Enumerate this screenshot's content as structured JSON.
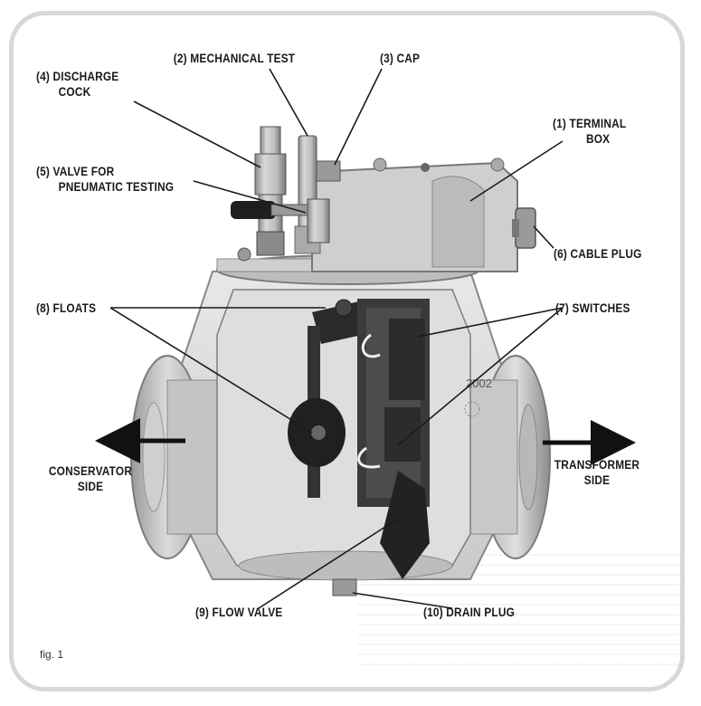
{
  "labels": {
    "mechanical_test": "(2) MECHANICAL TEST",
    "cap": "(3) CAP",
    "discharge_cock": [
      "(4) DISCHARGE",
      "COCK"
    ],
    "terminal_box": [
      "(1) TERMINAL",
      "BOX"
    ],
    "pneumatic_valve": [
      "(5) VALVE FOR",
      "PNEUMATIC TESTING"
    ],
    "cable_plug": "(6) CABLE PLUG",
    "floats": "(8) FLOATS",
    "switches": "(7) SWITCHES",
    "conservator_side": [
      "CONSERVATOR",
      "SIDE"
    ],
    "transformer_side": [
      "TRANSFORMER",
      "SIDE"
    ],
    "flow_valve": "(9) FLOW VALVE",
    "drain_plug": "(10) DRAIN PLUG",
    "body_marking": "2002"
  },
  "caption": "fig. 1"
}
